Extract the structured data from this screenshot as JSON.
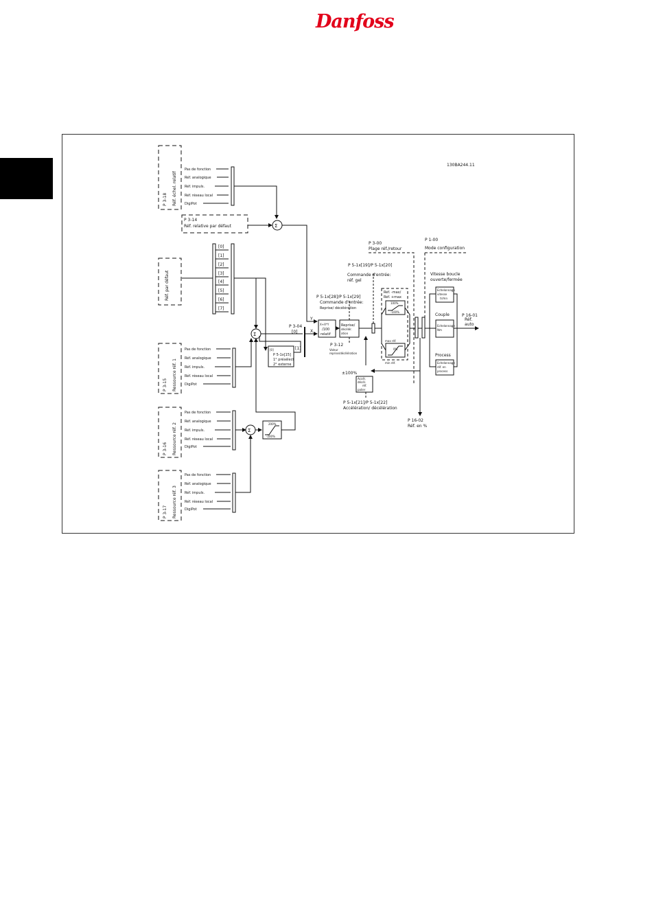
{
  "logo": "Danfoss",
  "doc_code": "130BA244.11",
  "group_relative": {
    "param": "P 3-18",
    "title": "Réf. échel. relatif",
    "options": [
      "Pas de fonction",
      "Réf. analogique",
      "Réf. impuls.",
      "Réf. réseau local",
      "DigiPot"
    ]
  },
  "default_relative": {
    "param": "P 3-14",
    "label": "Réf. relative par défaut"
  },
  "preset": {
    "title": "Réf. par défaut",
    "items": [
      "[0]",
      "[1]",
      "[2]",
      "[3]",
      "[4]",
      "[5]",
      "[6]",
      "[7]"
    ]
  },
  "group_res1": {
    "param": "P 3-15",
    "title": "Ressource réf. 1",
    "options": [
      "Pas de fonction",
      "Réf. analogique",
      "Réf. impuls.",
      "Réf. réseau local",
      "DigiPot"
    ]
  },
  "group_res2": {
    "param": "P 3-16",
    "title": "Ressource réf. 2",
    "options": [
      "Pas de fonction",
      "Réf. analogique",
      "Réf. impuls.",
      "Réf. réseau local",
      "DigiPot"
    ]
  },
  "group_res3": {
    "param": "P 3-17",
    "title": "Ressource réf. 3",
    "options": [
      "Pas de fonction",
      "Réf. analogique",
      "Réf. impuls.",
      "Réf. réseau local",
      "DigiPot"
    ]
  },
  "switch_304": {
    "param": "P 3-04",
    "pos0": "[0]",
    "pos1": "[1]"
  },
  "preset_select": {
    "l0": "[0]",
    "l1": "P 5-1x[15]",
    "l2": "1° présélect",
    "l3": "2° externe"
  },
  "clamp": {
    "top": "200%",
    "bottom": "-200%"
  },
  "xy": {
    "y": "Y",
    "x": "X"
  },
  "formula": {
    "l1": "X+X*Y",
    "l2": "/100",
    "l3": "relatif"
  },
  "catchup": {
    "title": "P 5-1x[28]/P 5-1x[29]",
    "sub1": "Commande d'entrée:",
    "sub2": "Reprise/ décélération",
    "box1": "Reprise/",
    "box2": "décélér.",
    "box3": "ation",
    "param": "P 3-12",
    "value1": "Valeur",
    "value2": "reprise/décélération"
  },
  "freeze": {
    "title": "P 5-1x[19]/P 5-1x[20]",
    "sub1": "Commande d'entrée:",
    "sub2": "réf. gel"
  },
  "ref_range": {
    "param": "P 3-00",
    "label": "Plage réf./retour"
  },
  "limits": {
    "top1": "Réf. -max/",
    "top2": "Réf. +max",
    "p100": "100%",
    "m100": "-100%",
    "bot1": "max réf.",
    "bot2": "min réf.",
    "zero": "0%"
  },
  "ramp": {
    "b1": "Accél.",
    "b2": "décél.",
    "b3": "réf.",
    "b4": "palier",
    "pct": "±100%",
    "title": "P 5-1x[21]/P 5-1x[22]",
    "sub": "Accélération/ décélération"
  },
  "ref_pct": {
    "param": "P 16-02",
    "label": "Réf. en %"
  },
  "config": {
    "param": "P 1-00",
    "label": "Mode configuration"
  },
  "speed": {
    "t1": "Vitesse boucle",
    "t2": "ouverte/fermée",
    "b1": "Echelonnage",
    "b2": "vitesse",
    "b3": "tr/mn"
  },
  "torque": {
    "t1": "Couple",
    "b1": "Echelonnage",
    "b2": "Nm"
  },
  "process": {
    "t1": "Process",
    "b1": "Echelonnage",
    "b2": "réf. en",
    "b3": "process"
  },
  "auto_ref": {
    "param": "P 16-01",
    "l1": "Réf.",
    "l2": "auto"
  },
  "sigma": "Σ"
}
